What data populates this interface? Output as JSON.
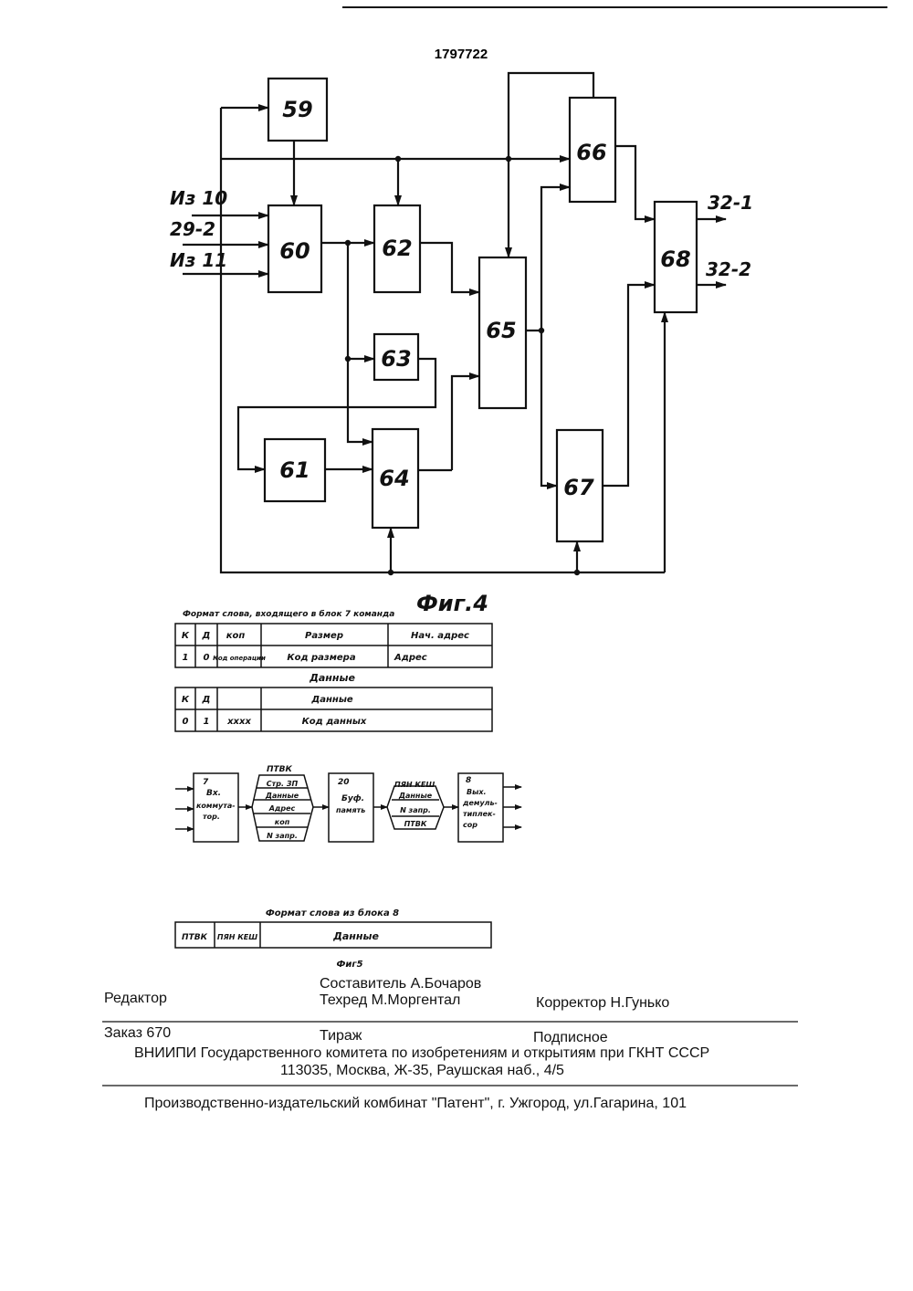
{
  "patent_number": "1797722",
  "fig4": {
    "caption": "Фиг.4",
    "blocks": {
      "b59": "59",
      "b60": "60",
      "b61": "61",
      "b62": "62",
      "b63": "63",
      "b64": "64",
      "b65": "65",
      "b66": "66",
      "b67": "67",
      "b68": "68"
    },
    "inputs": [
      "Из 10",
      "29-2",
      "Из 11"
    ],
    "outputs": [
      "32-1",
      "32-2"
    ]
  },
  "table1": {
    "title": "Формат слова, входящего в блок 7  команда",
    "headers": [
      "К",
      "Д",
      "коп",
      "Размер",
      "Нач. адрес"
    ],
    "row": [
      "1",
      "0",
      "Код операции",
      "Код размера",
      "Адрес"
    ]
  },
  "table2": {
    "title": "Данные",
    "headers": [
      "К",
      "Д",
      "Данные"
    ],
    "row": [
      "0",
      "1",
      "хххх",
      "Код данных"
    ]
  },
  "fig5_diagram": {
    "block7": [
      "7",
      "Вх.",
      "коммута-",
      "тор."
    ],
    "pt_label": "ПТВК",
    "pt_fields": [
      "Стр. ЗП",
      "Данные",
      "Адрес",
      "коп",
      "N запр."
    ],
    "block20": [
      "20",
      "Буф.",
      "память"
    ],
    "pk_label": "ПЯН  КЕШ",
    "pk_fields": [
      "Данные",
      "N запр.",
      "ПТВК"
    ],
    "block8": [
      "8",
      "Вых.",
      "демуль-",
      "типлек-",
      "сор"
    ]
  },
  "table3": {
    "title": "Формат слова из блока 8",
    "cells": [
      "ПТВК",
      "ПЯН КЕШ",
      "Данные"
    ]
  },
  "fig5_caption": "Фиг5",
  "footer": {
    "compiler": "Составитель А.Бочаров",
    "editor": "Редактор",
    "techred": "Техред М.Моргентал",
    "corrector": "Корректор  Н.Гунько",
    "order": "Заказ  670",
    "circulation": "Тираж",
    "subscription": "Подписное",
    "org": "ВНИИПИ Государственного комитета по изобретениям и открытиям при ГКНТ СССР",
    "address": "113035, Москва, Ж-35, Раушская наб., 4/5",
    "plant": "Производственно-издательский комбинат \"Патент\", г. Ужгород, ул.Гагарина, 101"
  }
}
